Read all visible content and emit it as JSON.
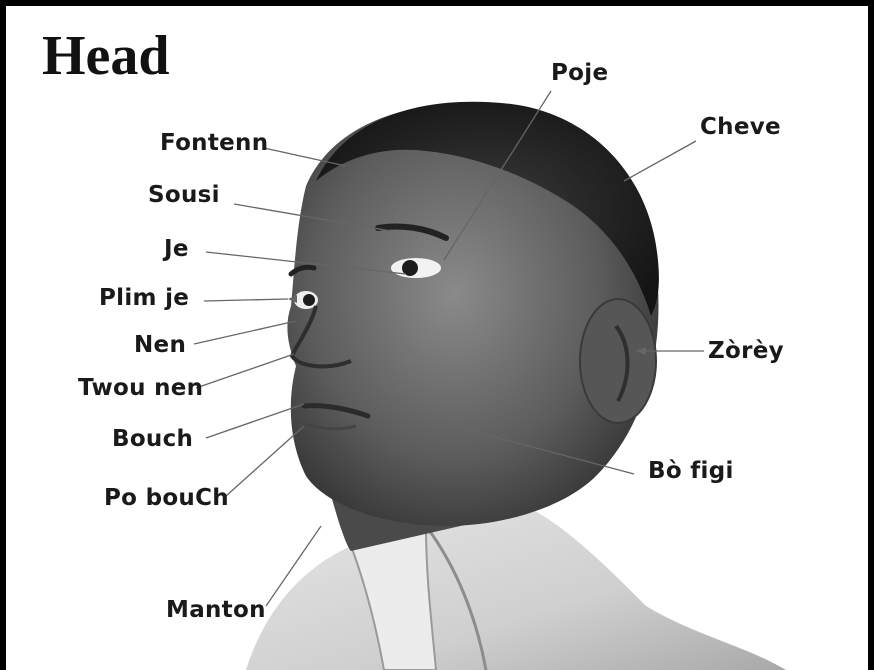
{
  "title": "Head",
  "labels": {
    "poje": "Poje",
    "cheve": "Cheve",
    "fontenn": "Fontenn",
    "sousi": "Sousi",
    "je": "Je",
    "plim_je": "Plim je",
    "nen": "Nen",
    "twou_nen": "Twou nen",
    "bouch": "Bouch",
    "po_bouch": "Po bouCh",
    "zorey": "Zòrèy",
    "bo_figi": "Bò figi",
    "manton": "Manton"
  }
}
